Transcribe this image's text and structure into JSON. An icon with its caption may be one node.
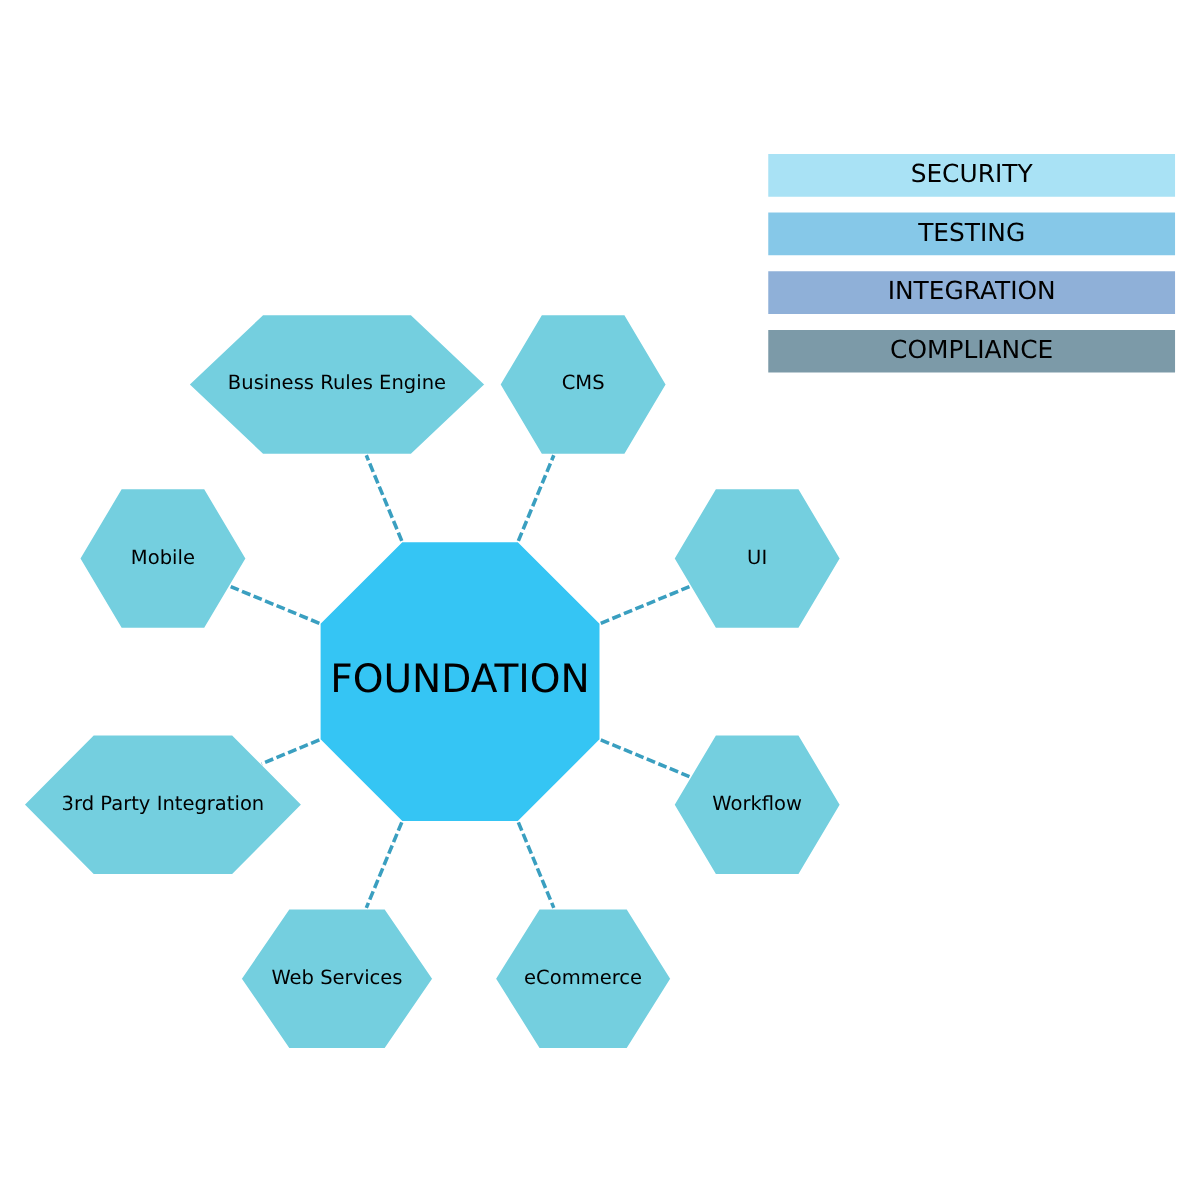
{
  "diagram": {
    "nodes": [
      {
        "text": [
          "FOUNDATION"
        ]
      },
      {
        "text": [
          "UI"
        ]
      },
      {
        "text": [
          "CMS"
        ]
      },
      {
        "text": [
          "Business Rules Engine"
        ]
      },
      {
        "text": [
          "Mobile"
        ]
      },
      {
        "text": [
          "3rd Party Integration"
        ]
      },
      {
        "text": [
          "Web Services"
        ]
      },
      {
        "text": [
          "eCommerce"
        ]
      },
      {
        "text": [
          "Workflow"
        ]
      },
      {
        "text": [
          "COMPLIANCE"
        ]
      },
      {
        "text": [
          "INTEGRATION"
        ]
      },
      {
        "text": [
          "TESTING"
        ]
      },
      {
        "text": [
          "SECURITY"
        ]
      }
    ],
    "edges": [
      {
        "from": 0,
        "to": 1,
        "arrow": "none",
        "style": "dashed"
      },
      {
        "from": 0,
        "to": 2,
        "arrow": "none",
        "style": "dashed"
      },
      {
        "from": 0,
        "to": 3,
        "arrow": "none",
        "style": "dashed"
      },
      {
        "from": 0,
        "to": 4,
        "arrow": "none",
        "style": "dashed"
      },
      {
        "from": 0,
        "to": 5,
        "arrow": "none",
        "style": "dashed"
      },
      {
        "from": 0,
        "to": 6,
        "arrow": "none",
        "style": "dashed"
      },
      {
        "from": 0,
        "to": 7,
        "arrow": "none",
        "style": "dashed"
      },
      {
        "from": 0,
        "to": 8,
        "arrow": "none",
        "style": "dashed"
      }
    ]
  }
}
